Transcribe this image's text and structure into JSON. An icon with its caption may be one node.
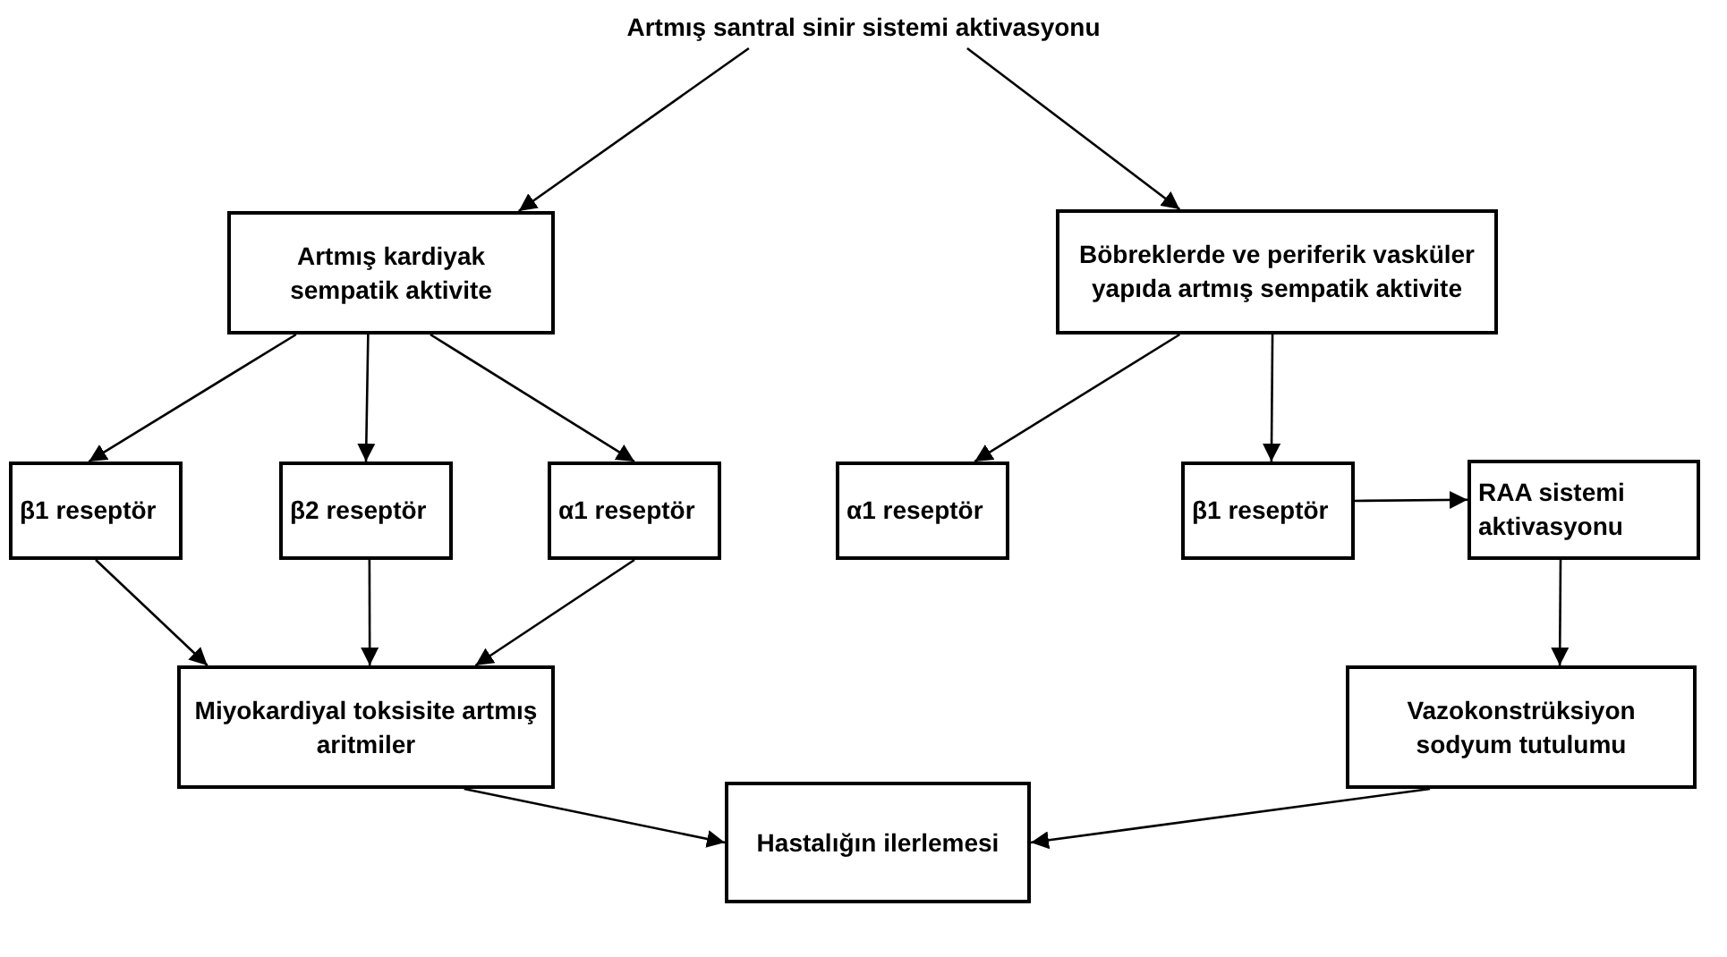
{
  "diagram": {
    "nodes": [
      {
        "text": [
          "Artmış santral sinir sistemi aktivasyonu"
        ]
      },
      {
        "text": [
          "Artmış kardiyak sempatik aktivite"
        ]
      },
      {
        "text": [
          "Böbreklerde ve periferik vasküler yapıda artmış sempatik aktivite"
        ]
      },
      {
        "text": [
          "β1 reseptör"
        ]
      },
      {
        "text": [
          "β2 reseptör"
        ]
      },
      {
        "text": [
          "α1 reseptör"
        ]
      },
      {
        "text": [
          "α1 reseptör"
        ]
      },
      {
        "text": [
          "β1 reseptör"
        ]
      },
      {
        "text": [
          "RAA sistemi aktivasyonu"
        ]
      },
      {
        "text": [
          "Miyokardiyal toksisite artmış aritmiler"
        ]
      },
      {
        "text": [
          "Vazokonstrüksiyon sodyum tutulumu"
        ]
      },
      {
        "text": [
          "Hastalığın ilerlemesi"
        ]
      }
    ],
    "edges": [
      {
        "from": 0,
        "to": 1,
        "arrow": "to"
      },
      {
        "from": 0,
        "to": 2,
        "arrow": "to"
      },
      {
        "from": 1,
        "to": 3,
        "arrow": "to"
      },
      {
        "from": 1,
        "to": 4,
        "arrow": "to"
      },
      {
        "from": 1,
        "to": 5,
        "arrow": "to"
      },
      {
        "from": 2,
        "to": 6,
        "arrow": "to"
      },
      {
        "from": 2,
        "to": 7,
        "arrow": "to"
      },
      {
        "from": 7,
        "to": 8,
        "arrow": "to"
      },
      {
        "from": 3,
        "to": 9,
        "arrow": "to"
      },
      {
        "from": 4,
        "to": 9,
        "arrow": "to"
      },
      {
        "from": 5,
        "to": 9,
        "arrow": "to"
      },
      {
        "from": 8,
        "to": 10,
        "arrow": "to"
      },
      {
        "from": 9,
        "to": 11,
        "arrow": "to"
      },
      {
        "from": 10,
        "to": 11,
        "arrow": "to"
      }
    ]
  }
}
